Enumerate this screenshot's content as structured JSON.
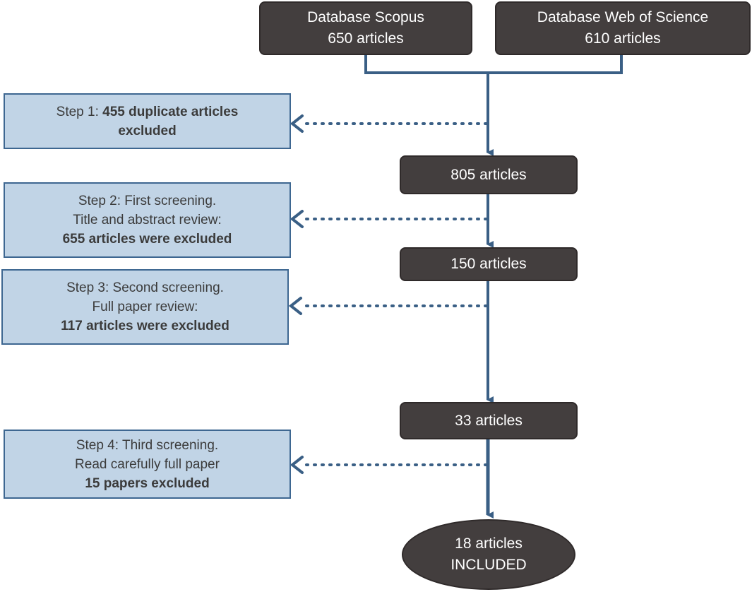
{
  "sources": [
    {
      "name": "Database Scopus",
      "count": "650 articles"
    },
    {
      "name": "Database Web of Science",
      "count": "610 articles"
    }
  ],
  "stages": [
    {
      "label": "805 articles"
    },
    {
      "label": "150 articles"
    },
    {
      "label": "33 articles"
    }
  ],
  "final": {
    "line1": "18 articles",
    "line2": "INCLUDED"
  },
  "steps": [
    {
      "prefix": "Step 1: ",
      "bold_a": "455 duplicate articles",
      "bold_b": "excluded"
    },
    {
      "line1": "Step 2: First screening.",
      "line2": "Title and abstract review:",
      "bold": "655 articles were excluded"
    },
    {
      "line1": "Step 3: Second screening.",
      "line2": "Full paper review:",
      "bold": "117 articles were excluded"
    },
    {
      "line1": "Step 4: Third screening.",
      "line2": "Read carefully full paper",
      "bold": "15 papers excluded"
    }
  ],
  "colors": {
    "dark_box": "#433e3e",
    "step_box": "#c1d4e6",
    "step_border": "#3e6791",
    "connector": "#3a5f85"
  }
}
